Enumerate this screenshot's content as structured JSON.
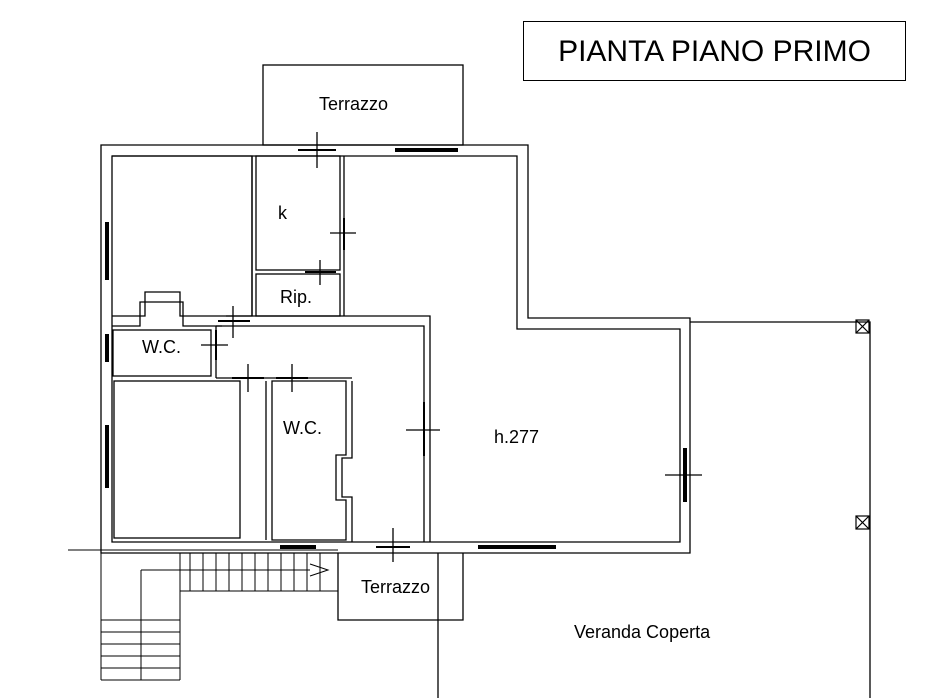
{
  "title": "PIANTA PIANO PRIMO",
  "labels": {
    "terrazzo_top": "Terrazzo",
    "kitchen": "k",
    "storage": "Rip.",
    "wc_left": "W.C.",
    "wc_center": "W.C.",
    "height": "h.277",
    "terrazzo_bottom": "Terrazzo",
    "veranda": "Veranda Coperta"
  },
  "colors": {
    "line": "#000000",
    "background": "#ffffff"
  }
}
